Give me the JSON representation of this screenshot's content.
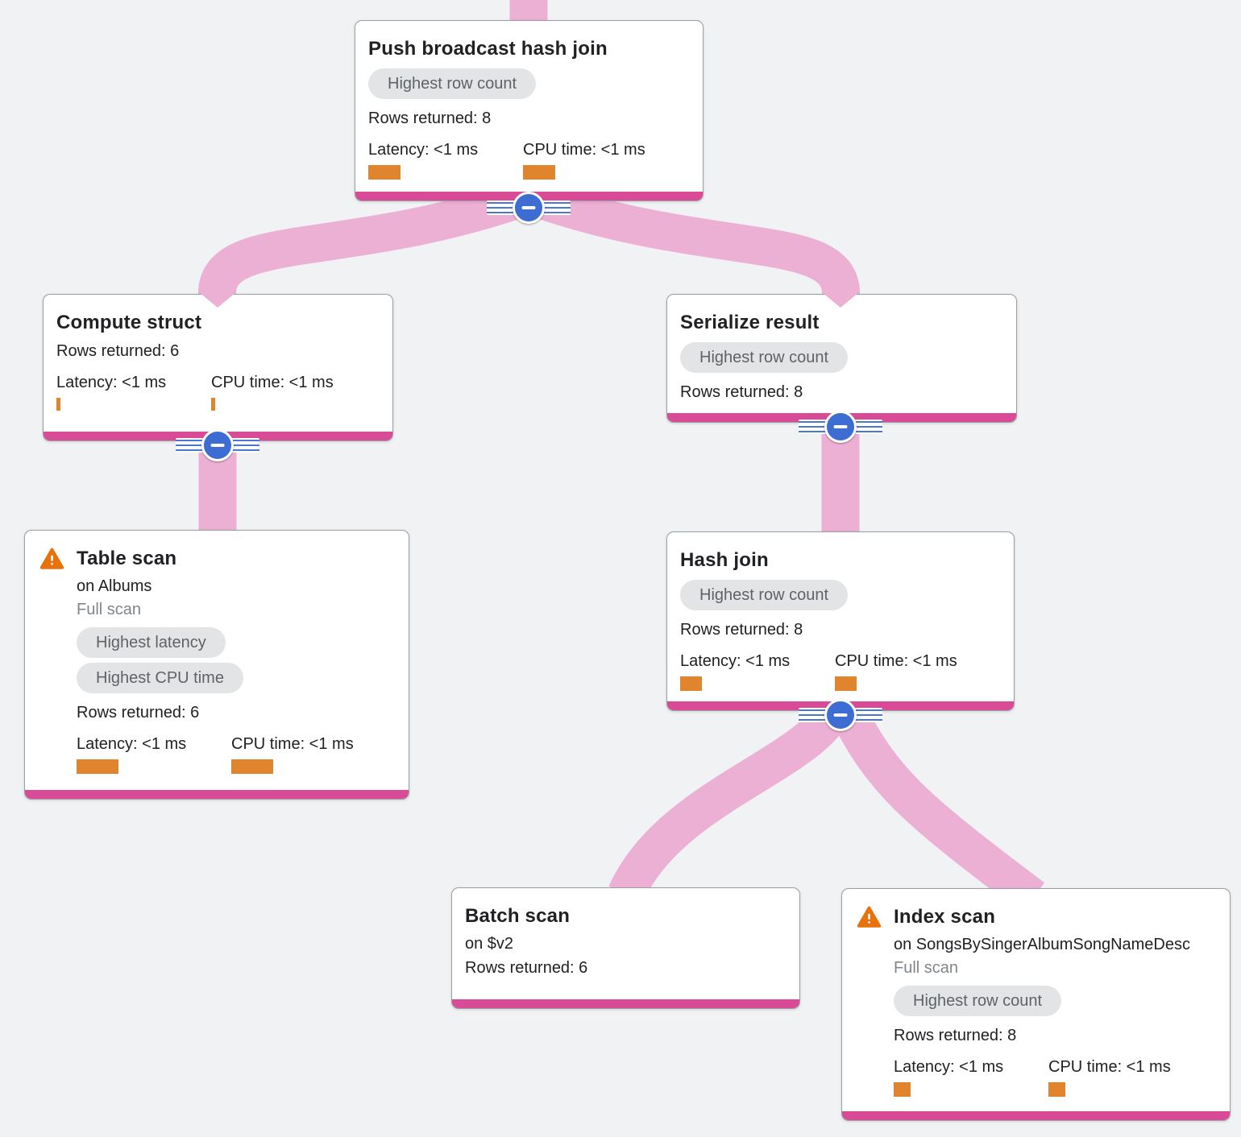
{
  "colors": {
    "background": "#f0f2f4",
    "card_accent_pink": "#da4b97",
    "ribbon_pink": "#ecb0d5",
    "metric_bar_orange": "#e0852e",
    "warning_orange": "#e8710a",
    "collapse_blue": "#3d6dd2",
    "badge_bg": "#e3e4e6",
    "badge_text": "#5f6368"
  },
  "icons": {
    "warning": "warning-icon",
    "collapse": "minus-circle-icon"
  },
  "nodes": {
    "root": {
      "title": "Push broadcast hash join",
      "badge": "Highest row count",
      "rows": "Rows returned: 8",
      "latency": "Latency: <1 ms",
      "cpu": "CPU time: <1 ms",
      "latency_bar": 40,
      "cpu_bar": 40
    },
    "compute": {
      "title": "Compute struct",
      "rows": "Rows returned: 6",
      "latency": "Latency: <1 ms",
      "cpu": "CPU time: <1 ms",
      "latency_bar": 5,
      "cpu_bar": 5
    },
    "serialize": {
      "title": "Serialize result",
      "badge": "Highest row count",
      "rows": "Rows returned: 8"
    },
    "tablescan": {
      "title": "Table scan",
      "on": "on Albums",
      "scan_type": "Full scan",
      "badge1": "Highest latency",
      "badge2": "Highest CPU time",
      "rows": "Rows returned: 6",
      "latency": "Latency: <1 ms",
      "cpu": "CPU time: <1 ms",
      "latency_bar": 52,
      "cpu_bar": 52
    },
    "hashjoin": {
      "title": "Hash join",
      "badge": "Highest row count",
      "rows": "Rows returned: 8",
      "latency": "Latency: <1 ms",
      "cpu": "CPU time: <1 ms",
      "latency_bar": 27,
      "cpu_bar": 27
    },
    "batchscan": {
      "title": "Batch scan",
      "on": "on $v2",
      "rows": "Rows returned: 6"
    },
    "indexscan": {
      "title": "Index scan",
      "on": "on SongsBySingerAlbumSongNameDesc",
      "scan_type": "Full scan",
      "badge": "Highest row count",
      "rows": "Rows returned: 8",
      "latency": "Latency: <1 ms",
      "cpu": "CPU time: <1 ms",
      "latency_bar": 21,
      "cpu_bar": 21
    }
  }
}
